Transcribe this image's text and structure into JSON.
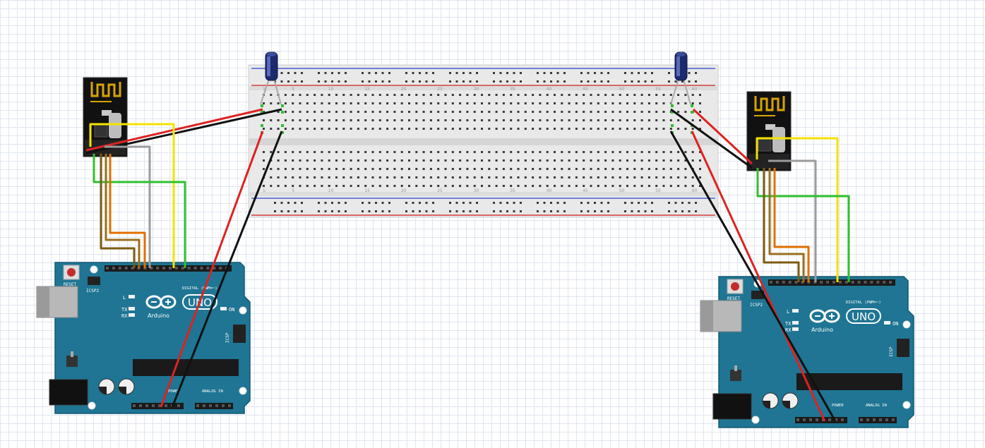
{
  "colors": {
    "board": "#1f7593",
    "board_edge": "#145a74",
    "breadboard": "#e9e9e9",
    "wire_red": "#d22",
    "wire_black": "#111",
    "wire_yellow": "#f4e300",
    "wire_green": "#2fc02f",
    "wire_gray": "#9b9b9b",
    "wire_orange": "#e07000",
    "wire_brown": "#9a6f1e",
    "wire_dark_brown": "#7d5b12"
  },
  "boards": [
    {
      "reset": "RESET",
      "icsp2": "ICSP2",
      "digital": "DIGITAL (PWM=~)",
      "brand": "Arduino",
      "model": "UNO",
      "on": "ON",
      "l": "L",
      "tx": "TX",
      "rx": "RX",
      "icsp": "ICSP",
      "power": "POWER",
      "analog": "ANALOG IN"
    },
    {
      "reset": "RESET",
      "icsp2": "ICSP2",
      "digital": "DIGITAL (PWM=~)",
      "brand": "Arduino",
      "model": "UNO",
      "on": "ON",
      "l": "L",
      "tx": "TX",
      "rx": "RX",
      "icsp": "ICSP",
      "power": "POWER",
      "analog": "ANALOG IN"
    }
  ],
  "breadboard": {
    "column_numbers": [
      "1",
      "5",
      "10",
      "15",
      "20",
      "25",
      "30",
      "35",
      "40",
      "45",
      "50",
      "55",
      "60"
    ]
  }
}
